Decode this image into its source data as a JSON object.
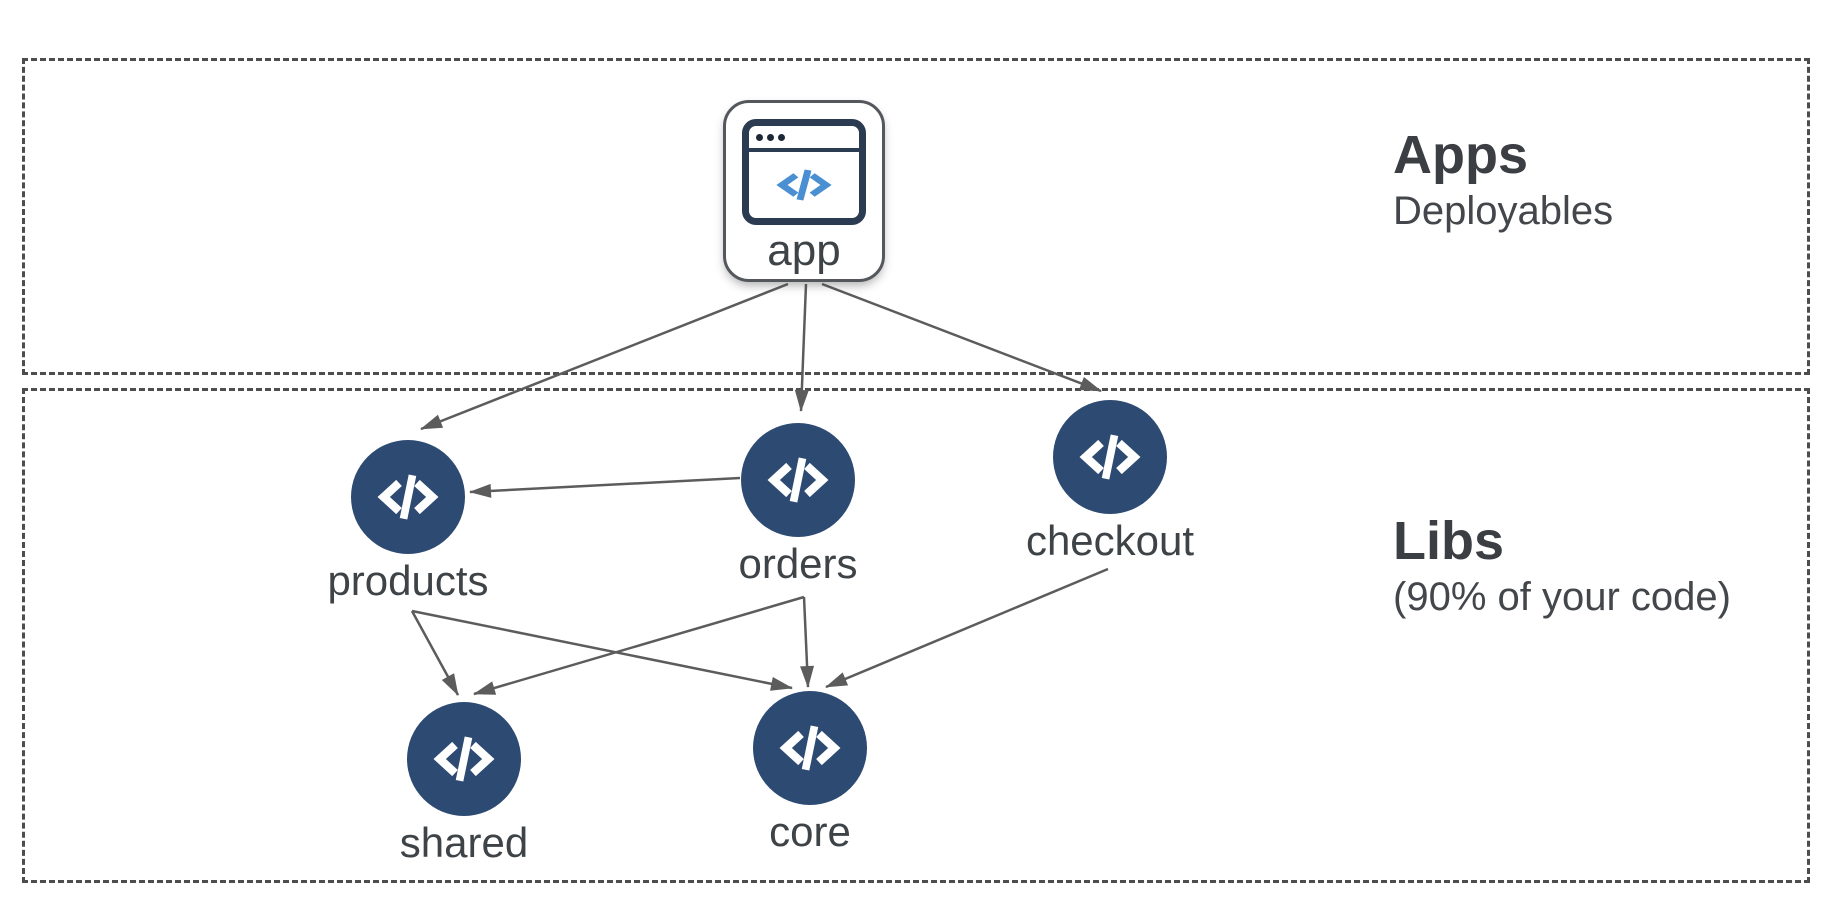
{
  "sections": [
    {
      "id": "apps",
      "title": "Apps",
      "subtitle": "Deployables"
    },
    {
      "id": "libs",
      "title": "Libs",
      "subtitle": "(90% of your code)"
    }
  ],
  "app_node": {
    "id": "app",
    "label": "app",
    "icon": "browser-code-icon"
  },
  "lib_nodes": [
    {
      "id": "products",
      "label": "products",
      "icon": "code-icon"
    },
    {
      "id": "orders",
      "label": "orders",
      "icon": "code-icon"
    },
    {
      "id": "checkout",
      "label": "checkout",
      "icon": "code-icon"
    },
    {
      "id": "shared",
      "label": "shared",
      "icon": "code-icon"
    },
    {
      "id": "core",
      "label": "core",
      "icon": "code-icon"
    }
  ],
  "edges": [
    {
      "from": "app",
      "to": "products"
    },
    {
      "from": "app",
      "to": "orders"
    },
    {
      "from": "app",
      "to": "checkout"
    },
    {
      "from": "orders",
      "to": "products"
    },
    {
      "from": "products",
      "to": "shared"
    },
    {
      "from": "products",
      "to": "core"
    },
    {
      "from": "orders",
      "to": "shared"
    },
    {
      "from": "orders",
      "to": "core"
    },
    {
      "from": "checkout",
      "to": "core"
    }
  ],
  "colors": {
    "node_fill": "#2d4a72",
    "arrow": "#5c5c5c",
    "dashed_border": "#4d4d4d",
    "text": "#3c4043",
    "icon_blue": "#4a8fd2",
    "icon_stroke": "#2b3b52",
    "background": "#ffffff"
  }
}
